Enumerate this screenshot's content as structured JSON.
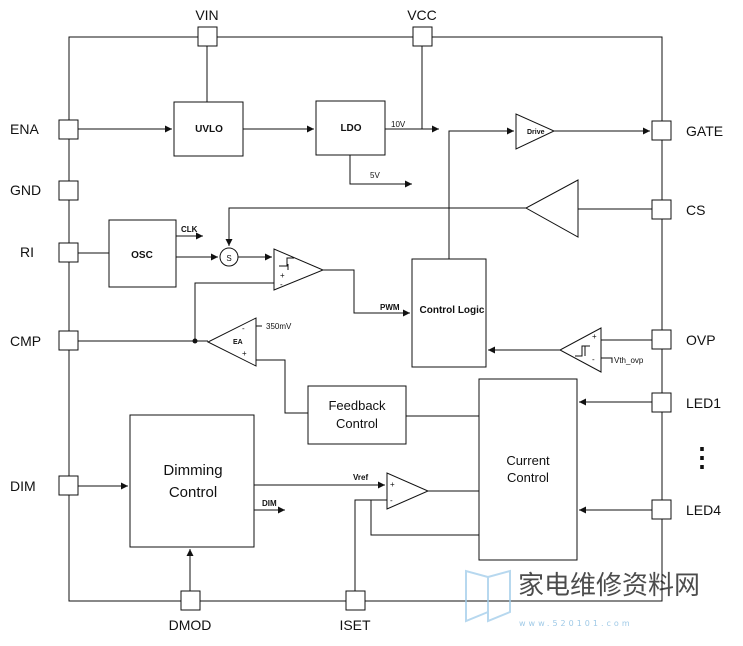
{
  "pins": {
    "vin": "VIN",
    "vcc": "VCC",
    "ena": "ENA",
    "gnd": "GND",
    "ri": "RI",
    "cmp": "CMP",
    "dim": "DIM",
    "dmod": "DMOD",
    "iset": "ISET",
    "gate": "GATE",
    "cs": "CS",
    "ovp": "OVP",
    "led1": "LED1",
    "led4": "LED4"
  },
  "blocks": {
    "uvlo": "UVLO",
    "ldo": "LDO",
    "osc": "OSC",
    "control_logic": "Control Logic",
    "feedback_control": [
      "Feedback",
      "Control"
    ],
    "dimming_control": [
      "Dimming",
      "Control"
    ],
    "current_control": [
      "Current",
      "Control"
    ]
  },
  "symbols": {
    "drive": "Drive",
    "ea": "EA",
    "sum": "S",
    "plus": "+",
    "minus": "-",
    "more_leds": "⋮"
  },
  "signals": {
    "v10": "10V",
    "v5": "5V",
    "clk": "CLK",
    "pwm": "PWM",
    "ref350": "350mV",
    "vth_ovp": "Vth_ovp",
    "vref": "Vref",
    "dim_out": "DIM"
  },
  "watermark": {
    "brand": "家电维修资料网",
    "url": "www.520101.com",
    "color": "#7fb8df"
  }
}
